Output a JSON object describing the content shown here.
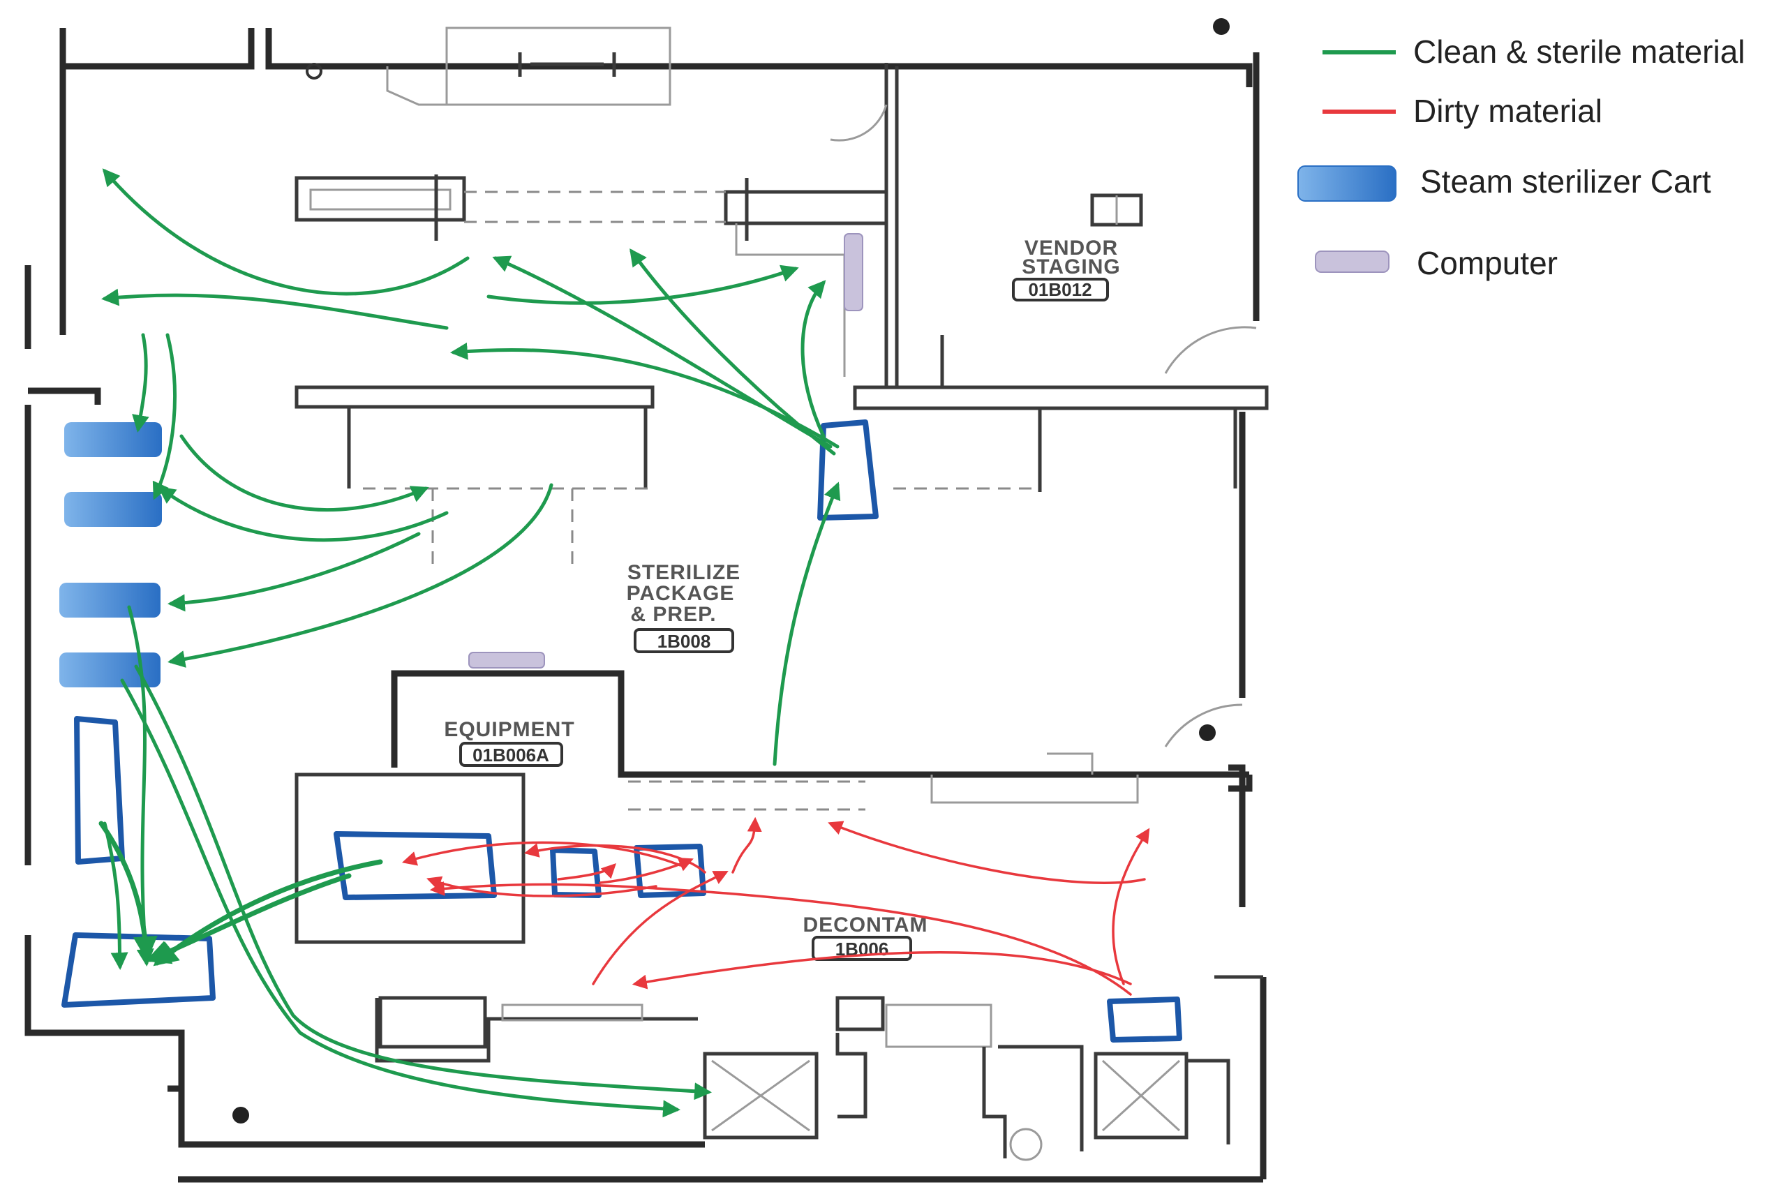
{
  "legend": {
    "clean": "Clean & sterile material",
    "dirty": "Dirty  material",
    "cart": "Steam sterilizer Cart",
    "computer": "Computer"
  },
  "rooms": {
    "vendor_name_1": "VENDOR",
    "vendor_name_2": "STAGING",
    "vendor_number": "01B012",
    "sterilize_1": "STERILIZE",
    "sterilize_2": "PACKAGE",
    "sterilize_3": "& PREP.",
    "sterilize_number": "1B008",
    "equipment_name": "EQUIPMENT",
    "equipment_number": "01B006A",
    "decontam_name": "DECONTAM",
    "decontam_number": "1B006"
  },
  "colors": {
    "clean": "#1e9a4e",
    "dirty": "#e8383d",
    "cart": "#2f7fd1",
    "computer": "#c9c2dc",
    "outline": "#1c57a8"
  }
}
